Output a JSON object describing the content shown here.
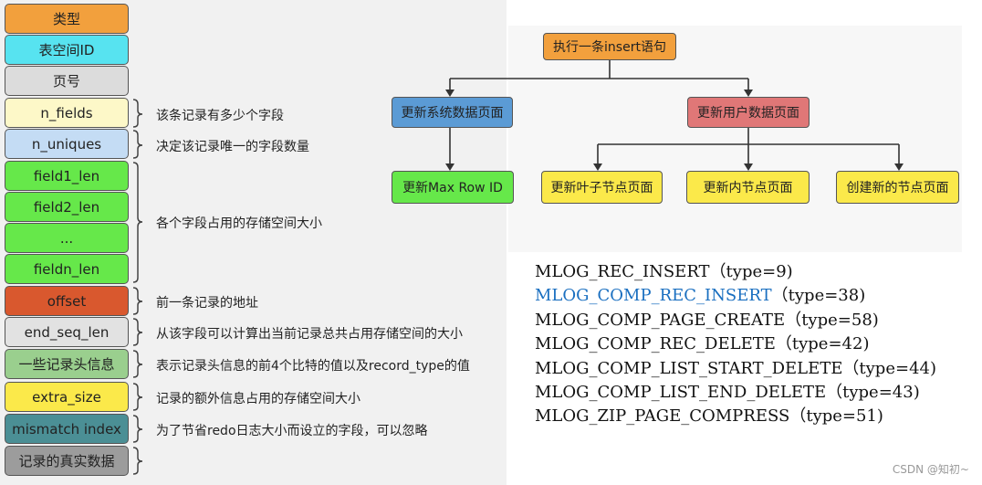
{
  "record_format": {
    "fields": [
      {
        "label": "类型",
        "color": "#f2a03d"
      },
      {
        "label": "表空间ID",
        "color": "#57e3f0"
      },
      {
        "label": "页号",
        "color": "#dcdcdc"
      },
      {
        "label": "n_fields",
        "color": "#fdf8c8"
      },
      {
        "label": "n_uniques",
        "color": "#c4dcf4"
      },
      {
        "label": "field1_len",
        "color": "#66e84a"
      },
      {
        "label": "field2_len",
        "color": "#66e84a"
      },
      {
        "label": "...",
        "color": "#66e84a"
      },
      {
        "label": "fieldn_len",
        "color": "#66e84a"
      },
      {
        "label": "offset",
        "color": "#d9582e"
      },
      {
        "label": "end_seq_len",
        "color": "#e2e2e2"
      },
      {
        "label": "一些记录头信息",
        "color": "#9acf8e"
      },
      {
        "label": "extra_size",
        "color": "#fbe94a"
      },
      {
        "label": "mismatch index",
        "color": "#4b8f95"
      },
      {
        "label": "记录的真实数据",
        "color": "#9c9c9c"
      }
    ],
    "annotations": [
      "该条记录有多少个字段",
      "决定该记录唯一的字段数量",
      "各个字段占用的存储空间大小",
      "前一条记录的地址",
      "从该字段可以计算出当前记录总共占用存储空间的大小",
      "表示记录头信息的前4个比特的值以及record_type的值",
      "记录的额外信息占用的存储空间大小",
      "为了节省redo日志大小而设立的字段，可以忽略"
    ]
  },
  "flow": {
    "root": {
      "label": "执行一条insert语句",
      "color": "#f2a03d"
    },
    "system_page": {
      "label": "更新系统数据页面",
      "color": "#5b9bd5"
    },
    "user_page": {
      "label": "更新用户数据页面",
      "color": "#e07777"
    },
    "max_row_id": {
      "label": "更新Max Row ID",
      "color": "#66e84a"
    },
    "leaf_page": {
      "label": "更新叶子节点页面",
      "color": "#fbe94a"
    },
    "inner_page": {
      "label": "更新内节点页面",
      "color": "#fbe94a"
    },
    "new_page": {
      "label": "创建新的节点页面",
      "color": "#fbe94a"
    }
  },
  "mlog_types": [
    {
      "name": "MLOG_REC_INSERT",
      "type": "（type=9)"
    },
    {
      "name": "MLOG_COMP_REC_INSERT",
      "type": "（type=38)",
      "highlight": true
    },
    {
      "name": "MLOG_COMP_PAGE_CREATE",
      "type": "（type=58)"
    },
    {
      "name": "MLOG_COMP_REC_DELETE",
      "type": "（type=42)"
    },
    {
      "name": "MLOG_COMP_LIST_START_DELETE",
      "type": "（type=44)"
    },
    {
      "name": "MLOG_COMP_LIST_END_DELETE",
      "type": "（type=43)"
    },
    {
      "name": "MLOG_ZIP_PAGE_COMPRESS",
      "type": "（type=51)"
    }
  ],
  "highlight_color": "#1a6fc0",
  "watermark": "CSDN @知初~"
}
